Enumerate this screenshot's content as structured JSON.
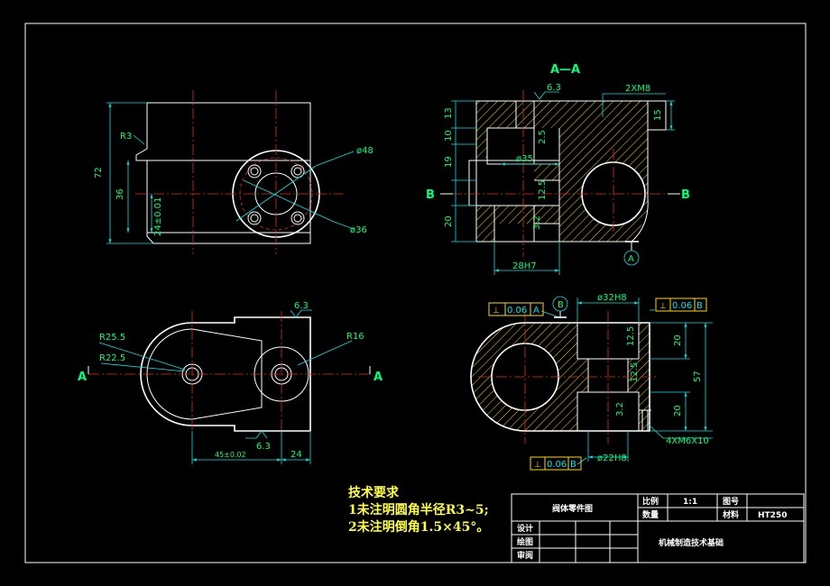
{
  "section_labels": {
    "aa_title": "A—A",
    "a_left": "A",
    "a_right": "A",
    "b_left": "B",
    "b_right": "B"
  },
  "front_view": {
    "dim_height": "72",
    "dim_mid": "36",
    "dim_tol": "24±0.01",
    "radius": "R3",
    "dia_outer": "ø48",
    "dia_inner": "ø36"
  },
  "section_view": {
    "d13": "13",
    "d10": "10",
    "d19": "19",
    "d20": "20",
    "d15": "15",
    "thread": "2XM8",
    "bore": "ø35",
    "width": "28H7",
    "ra_top": "6.3",
    "ra_a": "2.5",
    "ra_b": "12.5",
    "ra_c": "3.2",
    "datum": "A"
  },
  "top_view": {
    "r_outer": "R25.5",
    "r_inner": "R22.5",
    "r_right": "R16",
    "ra_top": "6.3",
    "ra_bottom": "6.3",
    "dim_center": "45±0.02",
    "dim_end": "24"
  },
  "side_view": {
    "bore_top": "ø32H8",
    "bore_bottom": "ø22H8",
    "d20a": "20",
    "d57": "57",
    "d20b": "20",
    "thread": "4XM6X10",
    "datum": "B",
    "ra_a": "12.5",
    "ra_b": "12.5",
    "ra_c": "3.2",
    "tol_left": {
      "symbol": "⊥",
      "value": "0.06",
      "ref": "A"
    },
    "tol_right": {
      "symbol": "⊥",
      "value": "0.06",
      "ref": "B"
    },
    "tol_bottom": {
      "symbol": "⊥",
      "value": "0.06",
      "ref": "B"
    }
  },
  "requirements": {
    "title": "技术要求",
    "line1": "1未注明圆角半径R3~5;",
    "line2": "2未注明倒角1.5×45°。"
  },
  "title_block": {
    "part_name": "阀体零件图",
    "scale_label": "比例",
    "scale_value": "1:1",
    "drawing_no_label": "图号",
    "qty_label": "数量",
    "material_label": "材料",
    "material_value": "HT250",
    "design_label": "设计",
    "draw_label": "绘图",
    "review_label": "审阅",
    "org": "机械制造技术基础"
  },
  "colors": {
    "background": "#000000",
    "outline": "#ffffff",
    "dimension": "#00e8e8",
    "centerline": "#e0301e",
    "text": "#00ff7a",
    "hatch": "#ffd700"
  }
}
